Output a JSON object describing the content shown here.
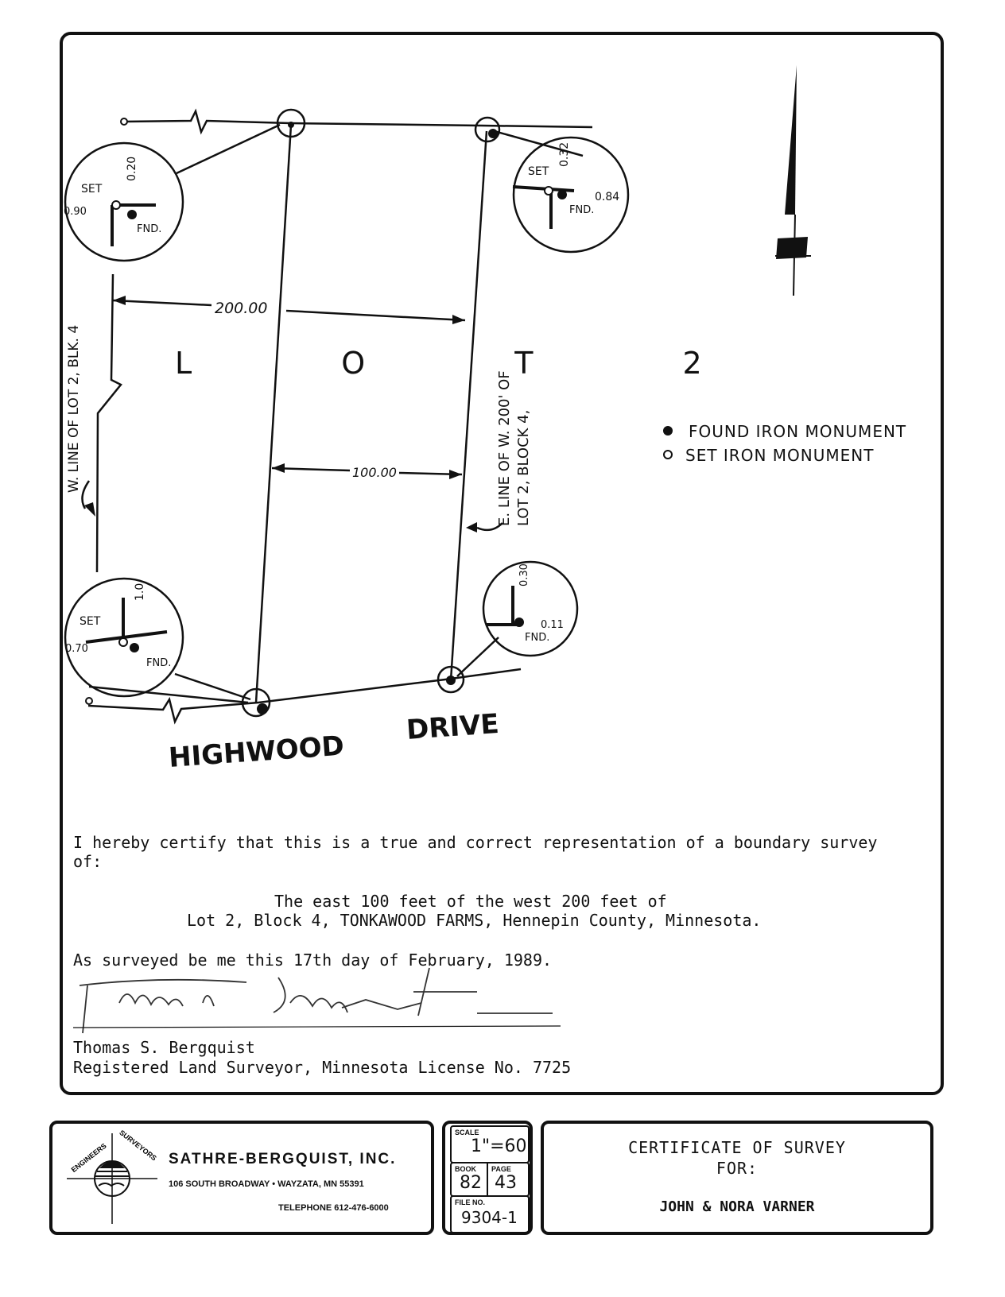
{
  "plat": {
    "lot_label": "L O T 2",
    "dim_top": "200.00",
    "dim_mid": "100.00",
    "west_line": "W. LINE OF LOT 2, BLK. 4",
    "east_line_1": "E. LINE OF W. 200' OF",
    "east_line_2": "LOT 2, BLOCK 4,",
    "street_1": "HIGHWOOD",
    "street_2": "DRIVE",
    "details": [
      {
        "set": "SET",
        "fnd": "FND.",
        "a": "0.20",
        "b": "0.90"
      },
      {
        "set": "SET",
        "fnd": "FND.",
        "a": "0.32",
        "b": "0.84"
      },
      {
        "set": "SET",
        "fnd": "FND.",
        "a": "1.0",
        "b": "0.70"
      },
      {
        "fnd": "FND.",
        "a": "0.30",
        "b": "0.11"
      }
    ]
  },
  "legend": {
    "found": "FOUND IRON MONUMENT",
    "set": "SET IRON MONUMENT"
  },
  "certification": {
    "line1": "I hereby certify that this is a true and correct representation of a boundary survey",
    "line2": "of:",
    "desc1": "The east 100 feet of the west 200 feet of",
    "desc2": "Lot 2, Block 4, TONKAWOOD FARMS, Hennepin County, Minnesota.",
    "surveyed": "As surveyed be me this 17th day of February, 1989.",
    "name": "Thomas S. Bergquist",
    "title": "Registered Land Surveyor, Minnesota License No. 7725"
  },
  "company": {
    "name": "SATHRE-BERGQUIST, INC.",
    "address": "106 SOUTH BROADWAY • WAYZATA, MN 55391",
    "phone": "TELEPHONE 612-476-6000",
    "seal_left": "ENGINEERS",
    "seal_right": "SURVEYORS"
  },
  "fileinfo": {
    "scale_label": "SCALE",
    "scale": "1\"=60'",
    "book_label": "BOOK",
    "book": "82",
    "page_label": "PAGE",
    "page": "43",
    "file_label": "FILE NO.",
    "file": "9304-1"
  },
  "title_block": {
    "line1": "CERTIFICATE OF SURVEY",
    "line2": "FOR:",
    "client": "JOHN & NORA VARNER"
  }
}
